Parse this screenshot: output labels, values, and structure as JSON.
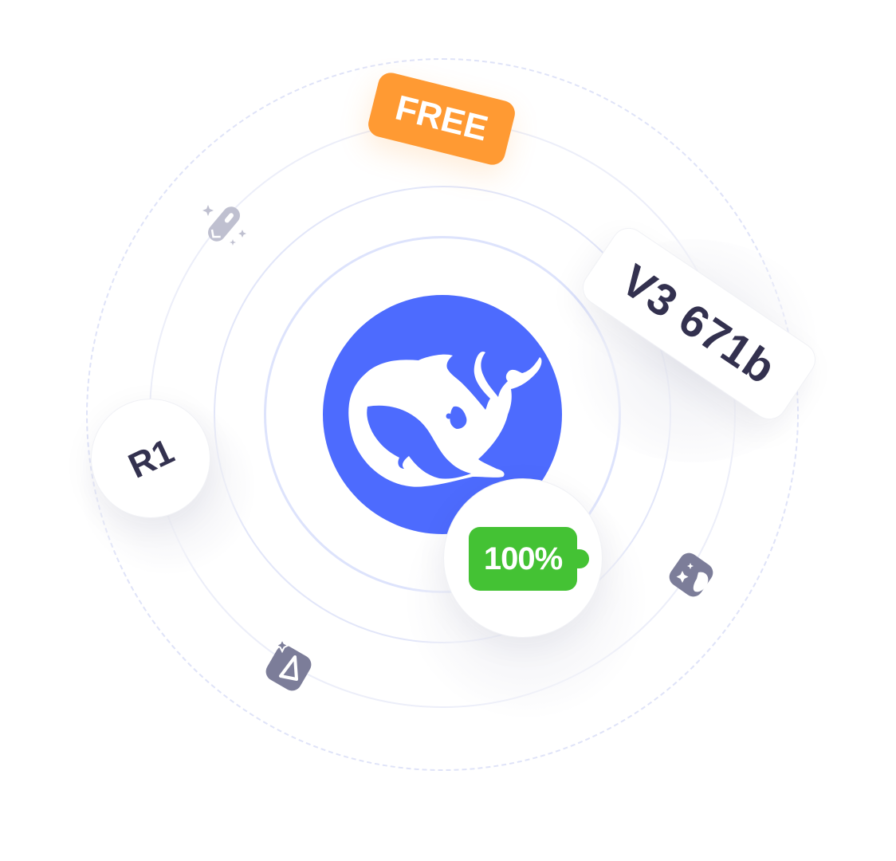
{
  "badges": {
    "free_label": "FREE",
    "model_v3_label": "V3 671b",
    "model_r1_label": "R1",
    "battery_label": "100%"
  },
  "icons": {
    "center_logo": "whale-logo-icon",
    "top_left": "capsule-sparkle-icon",
    "right": "sparkle-card-icon",
    "bottom_left": "sparkle-triangle-card-icon"
  },
  "colors": {
    "brand_blue": "#4d6bfe",
    "free_orange": "#ff9a33",
    "battery_green": "#44c234",
    "text_dark": "#33314f",
    "icon_gray": "#7c7d99",
    "ring_light": "#dde3fc"
  }
}
